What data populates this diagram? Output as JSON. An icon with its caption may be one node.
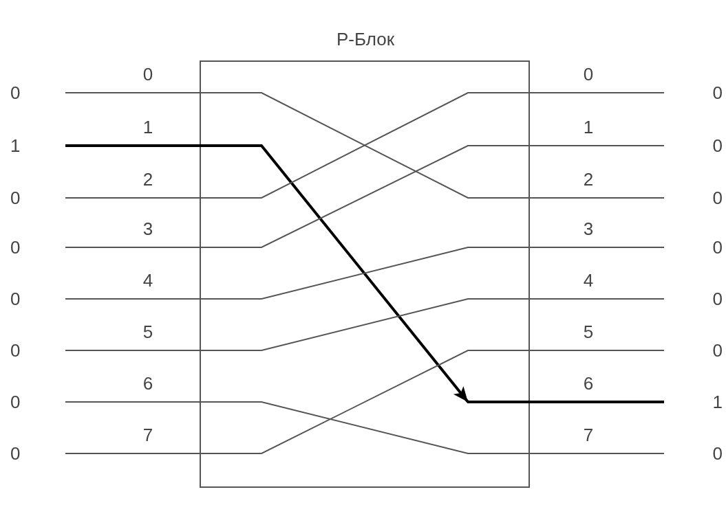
{
  "diagram": {
    "title": "P-Блок",
    "nodes": [
      {
        "text": [
          "0"
        ]
      },
      {
        "text": [
          "0"
        ]
      },
      {
        "text": [
          "1"
        ]
      },
      {
        "text": [
          "0"
        ]
      },
      {
        "text": [
          "0"
        ]
      },
      {
        "text": [
          "0"
        ]
      },
      {
        "text": [
          "0"
        ]
      },
      {
        "text": [
          "0"
        ]
      },
      {
        "text": [
          "0"
        ]
      },
      {
        "text": [
          "0"
        ]
      },
      {
        "text": [
          "0"
        ]
      },
      {
        "text": [
          "0"
        ]
      },
      {
        "text": [
          "0"
        ]
      },
      {
        "text": [
          "1"
        ]
      },
      {
        "text": [
          "0"
        ]
      },
      {
        "text": [
          "0"
        ]
      }
    ],
    "edges": [
      {
        "from": 0,
        "to": 5,
        "arrow": "none"
      },
      {
        "from": 2,
        "to": 13,
        "arrow": "to",
        "style": "thick",
        "color": "#000000"
      },
      {
        "from": 4,
        "to": 1,
        "arrow": "none"
      },
      {
        "from": 6,
        "to": 3,
        "arrow": "none"
      },
      {
        "from": 8,
        "to": 7,
        "arrow": "none"
      },
      {
        "from": 10,
        "to": 9,
        "arrow": "none"
      },
      {
        "from": 12,
        "to": 15,
        "arrow": "none"
      },
      {
        "from": 14,
        "to": 11,
        "arrow": "none"
      }
    ],
    "labels": [
      "0",
      "0",
      "1",
      "1",
      "2",
      "2",
      "3",
      "3",
      "4",
      "4",
      "5",
      "5",
      "6",
      "6",
      "7",
      "7"
    ]
  }
}
